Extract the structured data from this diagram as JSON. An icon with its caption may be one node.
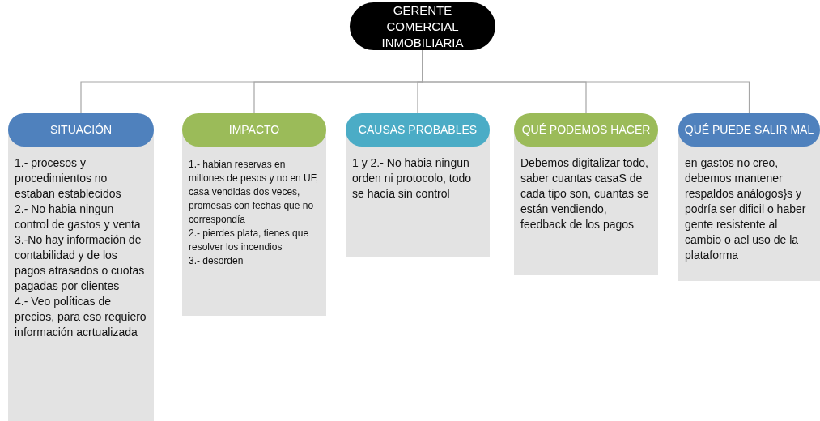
{
  "diagram": {
    "nodes": [
      {
        "text": [
          "GERENTE COMERCIAL INMOBILIARIA"
        ]
      },
      {
        "text": [
          "SITUACIÓN",
          "1.- procesos y procedimientos no estaban establecidos",
          "2.- No habia  ningun control de gastos y venta",
          "3.-No hay información de contabilidad y de los pagos atrasados o cuotas pagadas por clientes",
          "4.- Veo políticas de precios, para eso requiero información acrtualizada"
        ]
      },
      {
        "text": [
          "IMPACTO",
          "1.- habian reservas en millones de pesos y no en UF, casa vendidas dos veces, promesas con fechas que no correspondía",
          "2.- pierdes plata, tienes que resolver los incendios",
          "3.- desorden"
        ]
      },
      {
        "text": [
          "CAUSAS PROBABLES",
          "1 y 2.- No habia  ningun orden ni protocolo, todo se hacía sin control"
        ]
      },
      {
        "text": [
          "QUÉ PODEMOS HACER",
          "Debemos digitalizar todo, saber cuantas casaS de cada tipo son, cuantas se están vendiendo,  feedback de los pagos"
        ]
      },
      {
        "text": [
          "QUÉ PUEDE SALIR MAL",
          "en gastos no creo, debemos mantener respaldos análogos}s y podría ser  dificil  o haber gente resistente al cambio o  ael uso de la plataforma"
        ]
      }
    ],
    "edges": [
      {
        "from": 0,
        "to": 1,
        "arrow": "none"
      },
      {
        "from": 0,
        "to": 2,
        "arrow": "none"
      },
      {
        "from": 0,
        "to": 3,
        "arrow": "none"
      },
      {
        "from": 0,
        "to": 4,
        "arrow": "none"
      },
      {
        "from": 0,
        "to": 5,
        "arrow": "none"
      }
    ]
  }
}
